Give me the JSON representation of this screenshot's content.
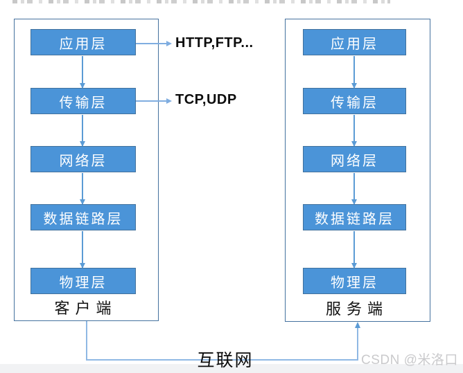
{
  "page": {
    "watermark": "CSDN @米洛口"
  },
  "stacks": {
    "left": {
      "label": "客户端",
      "layers": [
        "应用层",
        "传输层",
        "网络层",
        "数据链路层",
        "物理层"
      ]
    },
    "right": {
      "label": "服务端",
      "layers": [
        "应用层",
        "传输层",
        "网络层",
        "数据链路层",
        "物理层"
      ]
    }
  },
  "annotations": {
    "application_protocols": "HTTP,FTP...",
    "transport_protocols": "TCP,UDP",
    "internet_label": "互联网"
  },
  "colors": {
    "layer_fill": "#4B94D8",
    "layer_border": "#41719C",
    "outer_border": "#44719E",
    "arrow_blue": "#5B9BD5",
    "annotation_arrow": "#7FADE0",
    "connector_blue": "#8FB8E4",
    "watermark_gray": "#CACACC"
  }
}
